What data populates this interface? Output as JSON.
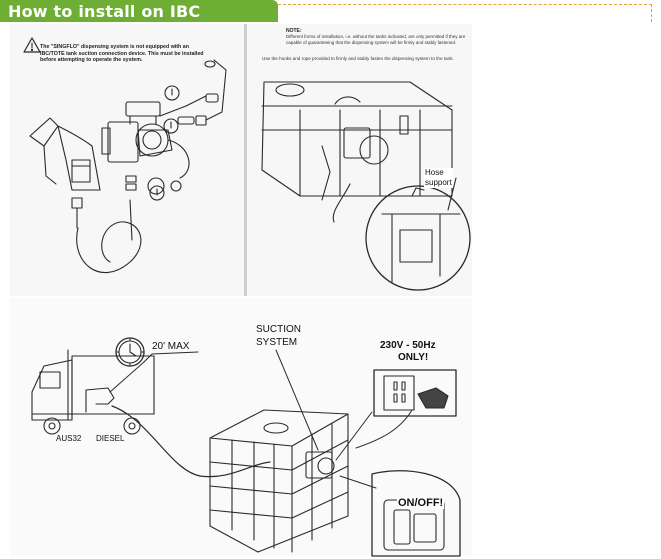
{
  "header": {
    "title": "How to install on IBC",
    "accent_color": "#6fae35",
    "dash_color": "#e6a32e"
  },
  "manual_left": {
    "warning": "The \"SINGFLO\" dispensing system is not equipped with an IBC/TOTE tank suction connection device. This must be installed before attempting to operate the system.",
    "icons": [
      "warning-triangle-icon",
      "exclamation-marker-icon"
    ]
  },
  "manual_right": {
    "note_title": "NOTE:",
    "note_text": "Different forms of installation, i.e. without the tanks indicated, are only permitted if they are capable of guaranteeing that the dispensing system will be firmly and stably fastened.",
    "hooks_text": "Use the hooks and rope provided to firmly and stably fasten the dispensing system to the tank.",
    "hose_label": "Hose\nsupport"
  },
  "diagram": {
    "max_distance": "20' MAX",
    "suction_line1": "SUCTION",
    "suction_line2": "SYSTEM",
    "voltage": "230V  -  50Hz",
    "voltage_only": "ONLY!",
    "fuel_label_1": "AUS32",
    "fuel_label_2": "DIESEL",
    "switch_label": "ON/OFF!"
  }
}
